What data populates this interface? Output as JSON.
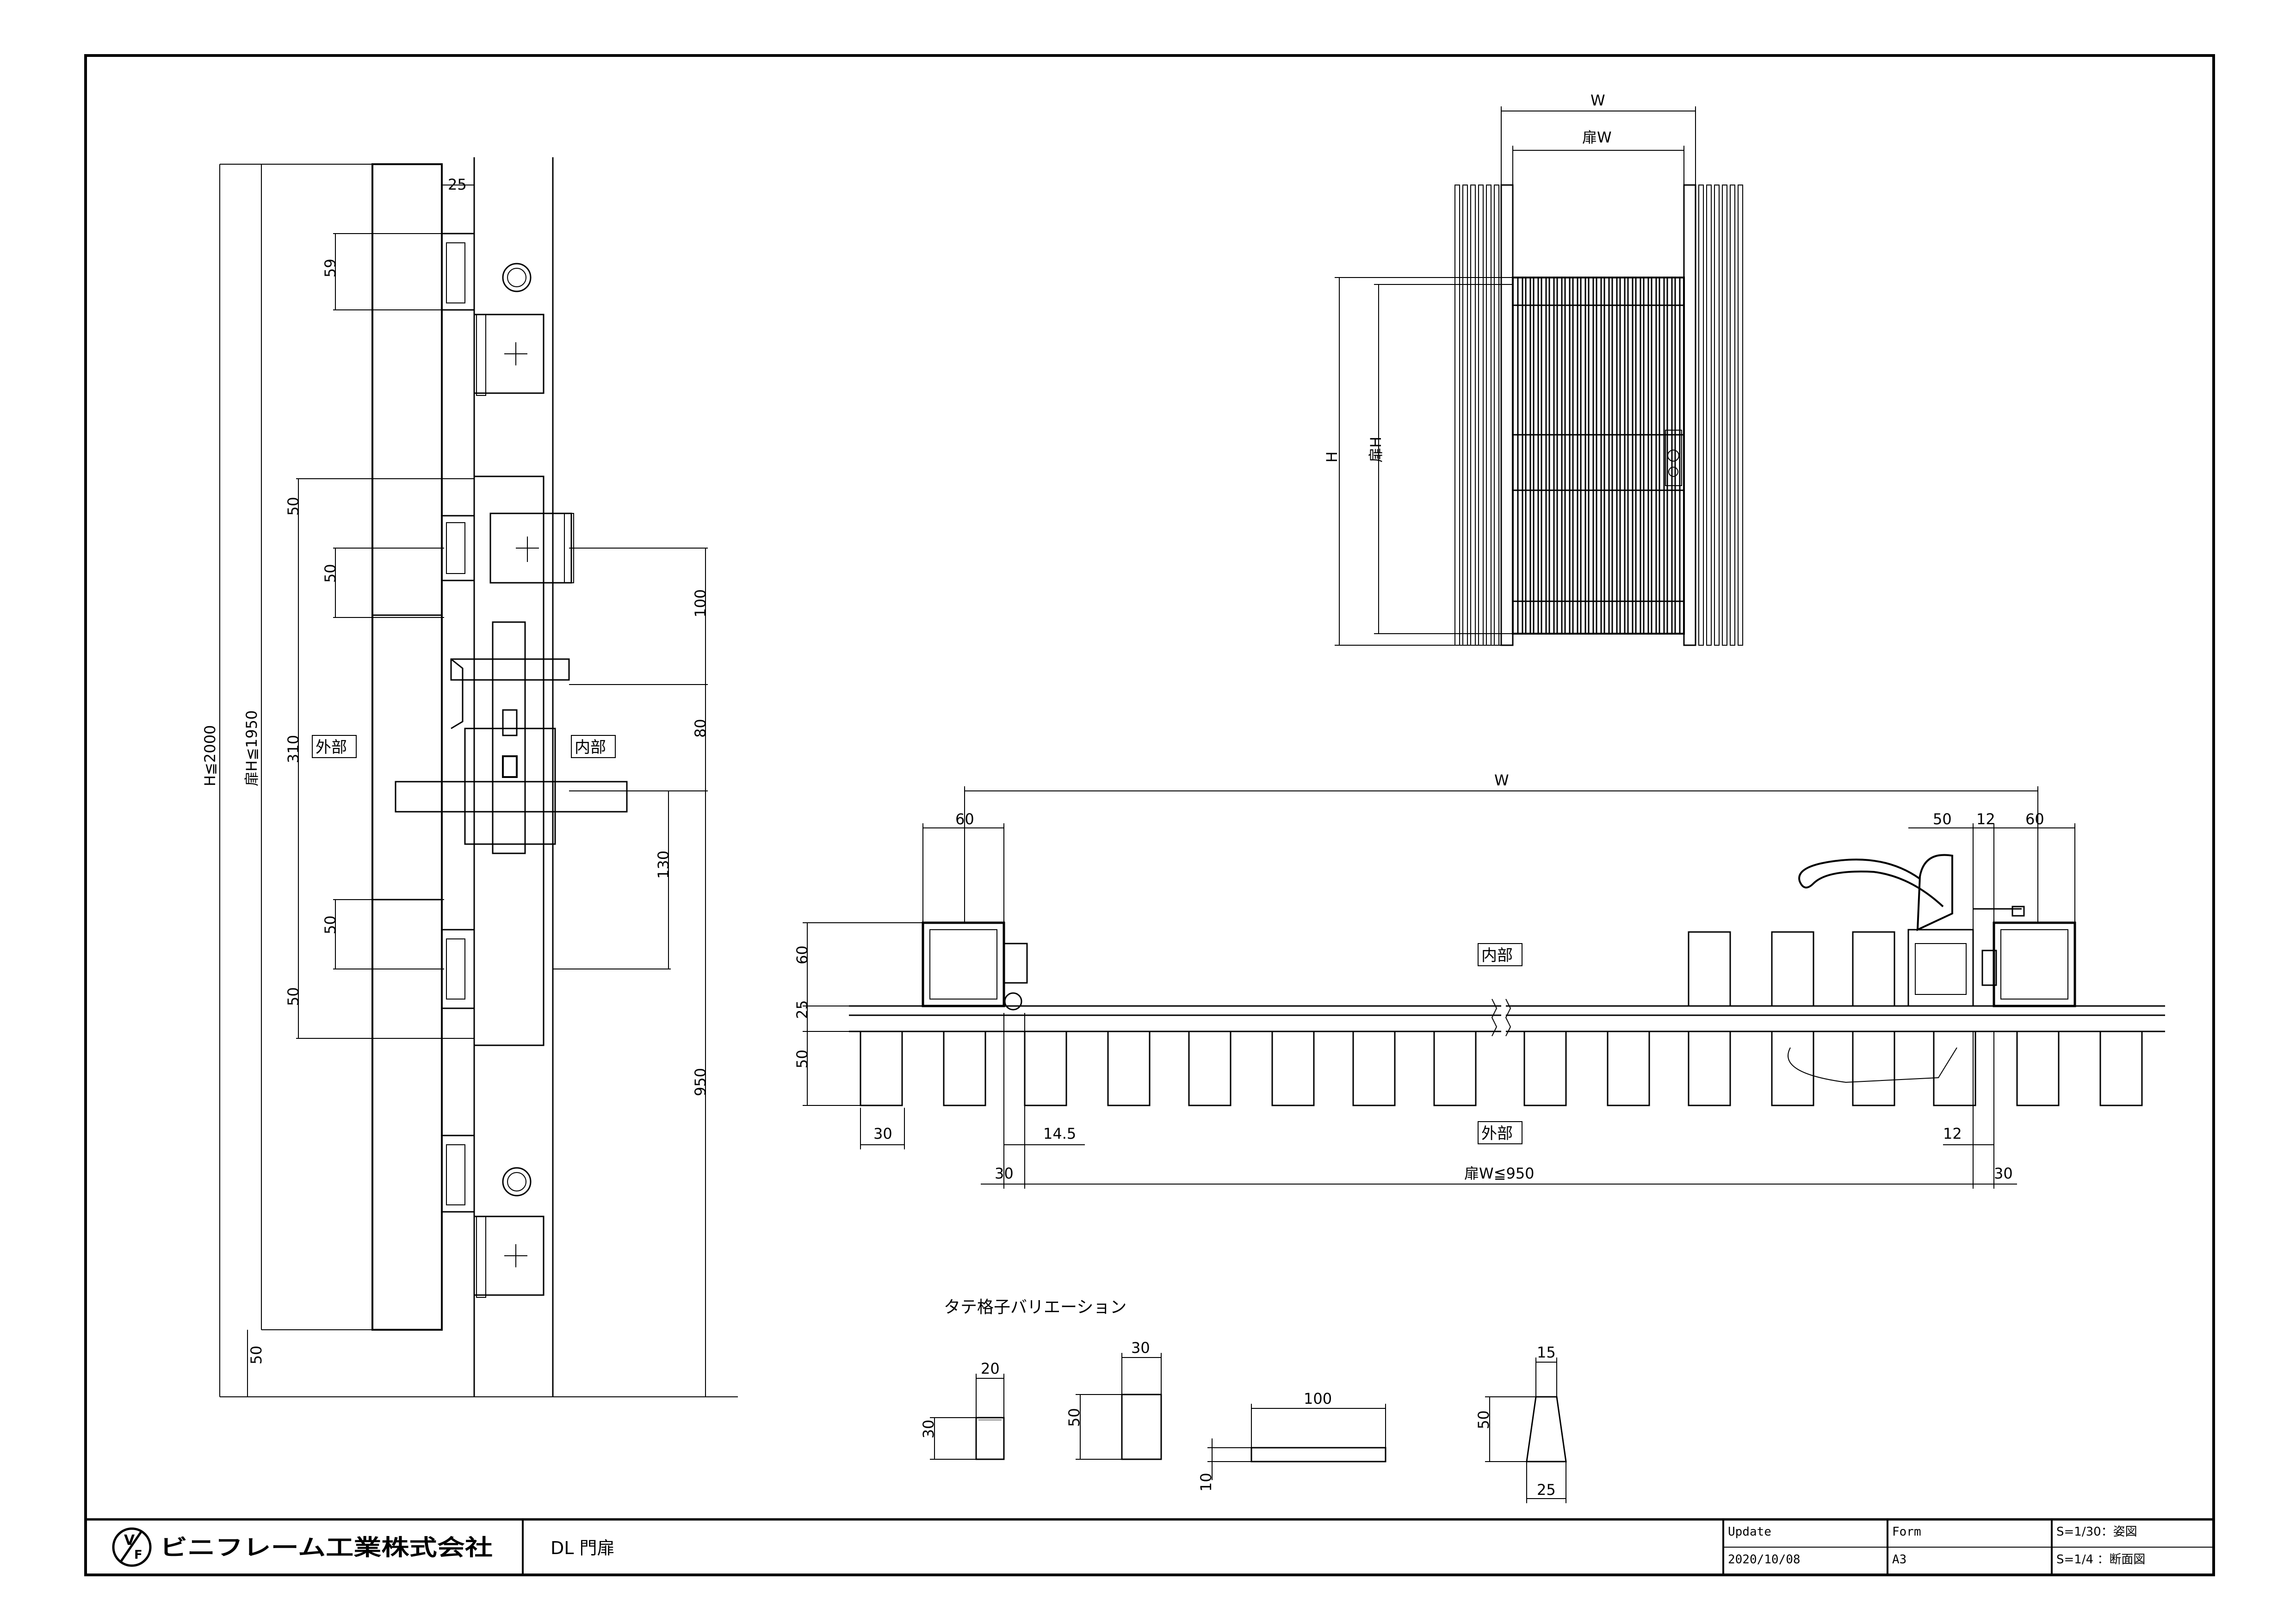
{
  "titleblock": {
    "company": "ビニフレーム工業株式会社",
    "drawing_title": "DL 門扉",
    "update_label": "Update",
    "update_value": "2020/10/08",
    "form_label": "Form",
    "form_value": "A3",
    "scale_1": "S=1/30：姿図",
    "scale_2": "S=1/4 ：断面図"
  },
  "side_section": {
    "dim_top_25": "25",
    "dim_59": "59",
    "dim_50_a": "50",
    "dim_50_b": "50",
    "dim_310": "310",
    "dim_50_c": "50",
    "dim_50_d": "50",
    "dim_50_bottom": "50",
    "dim_total_H": "H≦2000",
    "dim_door_H": "扉H≦1950",
    "dim_100": "100",
    "dim_80": "80",
    "dim_130": "130",
    "dim_950": "950",
    "label_outside": "外部",
    "label_inside": "内部"
  },
  "elevation": {
    "dim_W": "W",
    "dim_doorW": "扉W",
    "dim_H": "H",
    "dim_doorH": "扉H"
  },
  "plan_section": {
    "dim_W": "W",
    "dim_60_left": "60",
    "dim_50": "50",
    "dim_12_top": "12",
    "dim_60_right": "60",
    "dim_60_v": "60",
    "dim_25_v": "25",
    "dim_50_v": "50",
    "dim_30_left": "30",
    "dim_14_5": "14.5",
    "dim_12_bottom": "12",
    "dim_30_bl": "30",
    "dim_doorW": "扉W≦950",
    "dim_30_br": "30",
    "label_inside": "内部",
    "label_outside": "外部"
  },
  "variations": {
    "title": "タテ格子バリエーション",
    "v1_w": "20",
    "v1_h": "30",
    "v2_w": "30",
    "v2_h": "50",
    "v3_w": "100",
    "v3_h": "10",
    "v4_top": "15",
    "v4_h": "50",
    "v4_bottom": "25"
  }
}
